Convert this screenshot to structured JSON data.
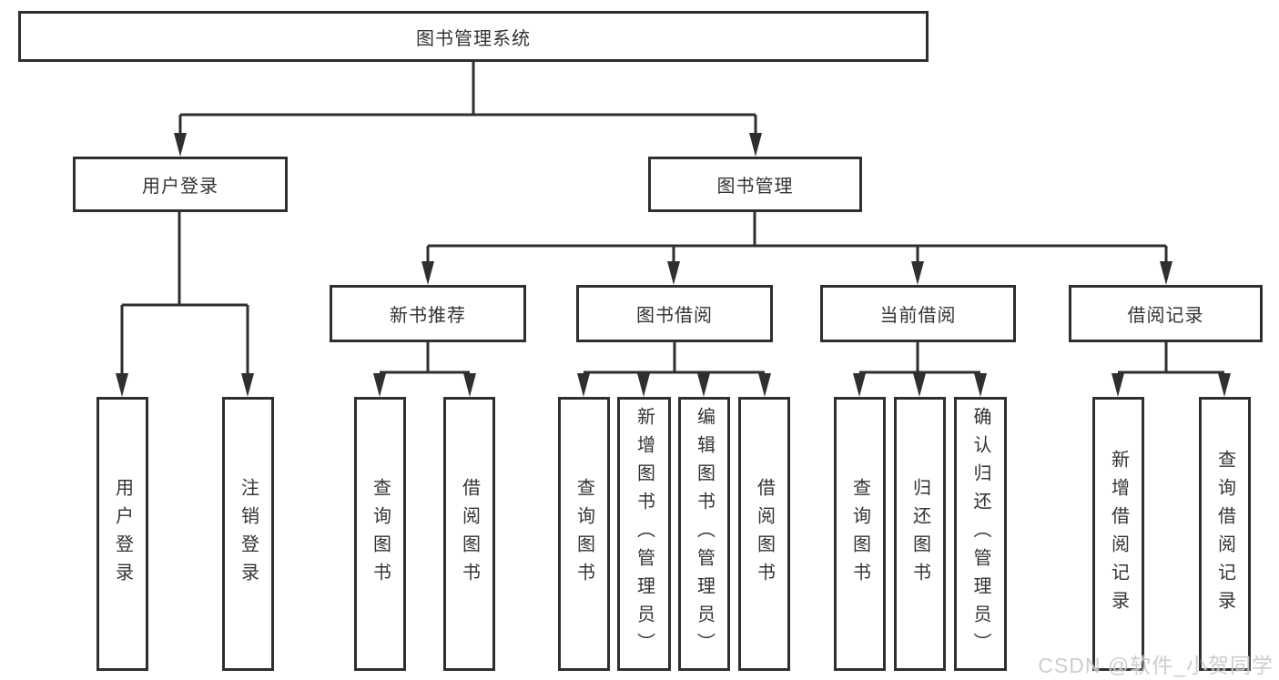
{
  "diagram_type": "hierarchy-diagram",
  "colors": {
    "background": "#ffffff",
    "line": "#2f2f2f",
    "box_border": "#2f2f2f",
    "text": "#333333",
    "watermark_text": "#c9c9c9"
  },
  "watermark": "CSDN @软件_小贺同学",
  "tree": {
    "label": "图书管理系统",
    "children": [
      {
        "label": "用户登录",
        "children": [
          {
            "label": "用户登录"
          },
          {
            "label": "注销登录"
          }
        ]
      },
      {
        "label": "图书管理",
        "children": [
          {
            "label": "新书推荐",
            "children": [
              {
                "label": "查询图书"
              },
              {
                "label": "借阅图书"
              }
            ]
          },
          {
            "label": "图书借阅",
            "children": [
              {
                "label": "查询图书"
              },
              {
                "label": "新增图书（管理员）"
              },
              {
                "label": "编辑图书（管理员）"
              },
              {
                "label": "借阅图书"
              }
            ]
          },
          {
            "label": "当前借阅",
            "children": [
              {
                "label": "查询图书"
              },
              {
                "label": "归还图书"
              },
              {
                "label": "确认归还（管理员）"
              }
            ]
          },
          {
            "label": "借阅记录",
            "children": [
              {
                "label": "新增借阅记录"
              },
              {
                "label": "查询借阅记录"
              }
            ]
          }
        ]
      }
    ]
  }
}
